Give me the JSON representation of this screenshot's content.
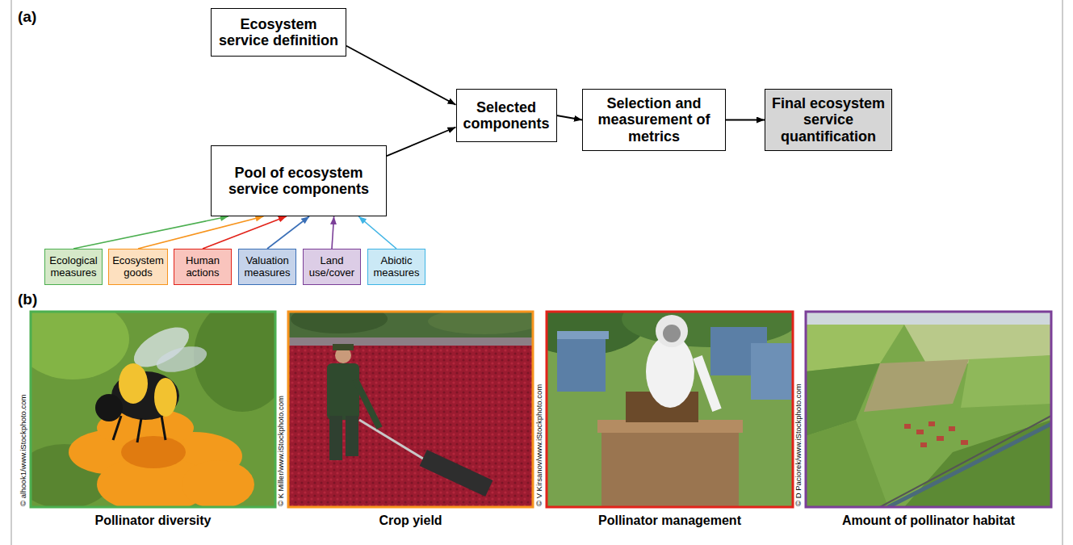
{
  "diagram": {
    "nodes": [
      {
        "text": [
          "Ecosystem service definition"
        ]
      },
      {
        "text": [
          "Pool of ecosystem service components"
        ]
      },
      {
        "text": [
          "Selected components"
        ]
      },
      {
        "text": [
          "Selection and measurement of metrics"
        ]
      },
      {
        "text": [
          "Final ecosystem service quantification"
        ]
      },
      {
        "text": [
          "Ecological measures"
        ]
      },
      {
        "text": [
          "Ecosystem goods"
        ]
      },
      {
        "text": [
          "Human actions"
        ]
      },
      {
        "text": [
          "Valuation measures"
        ]
      },
      {
        "text": [
          "Land use/cover"
        ]
      },
      {
        "text": [
          "Abiotic measures"
        ]
      }
    ],
    "edges": [
      {
        "from": 0,
        "to": 2,
        "arrow": "to"
      },
      {
        "from": 1,
        "to": 2,
        "arrow": "to"
      },
      {
        "from": 2,
        "to": 3,
        "arrow": "to"
      },
      {
        "from": 3,
        "to": 4,
        "arrow": "to"
      },
      {
        "from": 5,
        "to": 1,
        "arrow": "to"
      },
      {
        "from": 6,
        "to": 1,
        "arrow": "to"
      },
      {
        "from": 7,
        "to": 1,
        "arrow": "to"
      },
      {
        "from": 8,
        "to": 1,
        "arrow": "to"
      },
      {
        "from": 9,
        "to": 1,
        "arrow": "to"
      },
      {
        "from": 10,
        "to": 1,
        "arrow": "to"
      }
    ],
    "labels": [
      "(a)",
      "(b)",
      "© alhook1/www.iStockphoto.com",
      "Pollinator diversity",
      "© K Miller/www.iStockphoto.com",
      "Crop yield",
      "© V Kirsanov/www.iStockphoto.com",
      "Pollinator management",
      "© D Paciorek/www.iStockphoto.com",
      "Amount of pollinator habitat"
    ]
  }
}
